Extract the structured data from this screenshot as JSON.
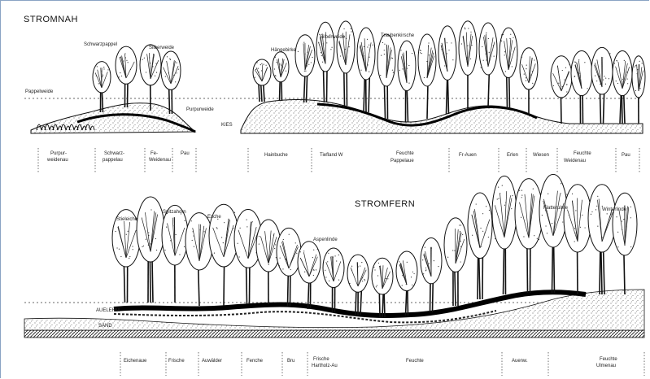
{
  "top": {
    "title": "STROMNAH",
    "annotations": [
      {
        "text": "Pappelweide"
      },
      {
        "text": "Schwarzpappel"
      },
      {
        "text": "Silberweide"
      },
      {
        "text": "Purpurweide"
      },
      {
        "text": "KIES"
      },
      {
        "text": "Hängebirke"
      },
      {
        "text": "Silberweide"
      },
      {
        "text": "Traubenkirsche"
      }
    ],
    "zones": [
      {
        "l1": "Purpur-",
        "l2": "weidenau"
      },
      {
        "l1": "Schwarz-",
        "l2": "pappelau"
      },
      {
        "l1": "Fe-",
        "l2": "Weidenau"
      },
      {
        "l1": "Pau",
        "l2": ""
      },
      {
        "l1": "Hainbuche",
        "l2": ""
      },
      {
        "l1": "Tiefland W",
        "l2": ""
      },
      {
        "l1": "Feuchte",
        "l2": "Pappelaue"
      },
      {
        "l1": "Fr-Auen",
        "l2": ""
      },
      {
        "l1": "Erlen",
        "l2": ""
      },
      {
        "l1": "Wiesen",
        "l2": ""
      },
      {
        "l1": "Feuchte",
        "l2": "Weidenau"
      },
      {
        "l1": "Pau",
        "l2": ""
      }
    ]
  },
  "bottom": {
    "title": "STROMFERN",
    "annotations": [
      {
        "text": "Stieleiche"
      },
      {
        "text": "Spitzahorn"
      },
      {
        "text": "Esche"
      },
      {
        "text": "Aspenlinde"
      },
      {
        "text": "Flatterulme"
      },
      {
        "text": "Winterlinde"
      },
      {
        "text": "AUELEHM"
      },
      {
        "text": "SAND"
      }
    ],
    "zones": [
      {
        "l1": "Eichenaue",
        "l2": ""
      },
      {
        "l1": "Frische",
        "l2": ""
      },
      {
        "l1": "Auwälder",
        "l2": ""
      },
      {
        "l1": "Fenche",
        "l2": ""
      },
      {
        "l1": "Bru",
        "l2": ""
      },
      {
        "l1": "Frische",
        "l2": "Hartholz-Au"
      },
      {
        "l1": "Feuchte",
        "l2": ""
      },
      {
        "l1": "Auenw.",
        "l2": ""
      },
      {
        "l1": "Feuchte",
        "l2": "Ulmenau"
      }
    ]
  }
}
